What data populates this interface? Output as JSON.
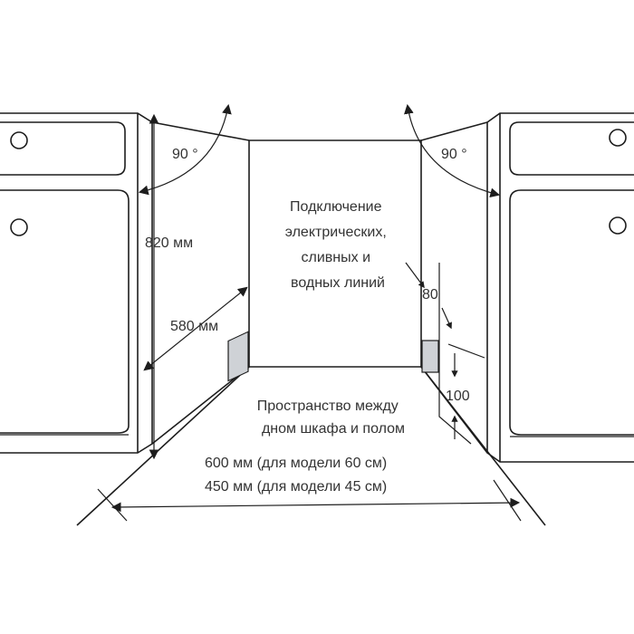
{
  "colors": {
    "stroke": "#1d1d1d",
    "text": "#333333",
    "panel": "#cfd2d6",
    "background": "#ffffff"
  },
  "labels": {
    "angle_left": "90 °",
    "angle_right": "90 °",
    "height": "820 мм",
    "depth": "580 мм",
    "connections": [
      "Подключение",
      "электрических,",
      "сливных и",
      "водных линий"
    ],
    "connection_height": "80",
    "plinth_height": "100",
    "plinth_space": [
      "Пространство между",
      "дном шкафа и полом"
    ],
    "width_60": "600  мм (для модели 60  см)",
    "width_45": "450  мм (для модели 45 см)"
  },
  "icons": [
    "arrow-head-icon",
    "knob-icon"
  ]
}
